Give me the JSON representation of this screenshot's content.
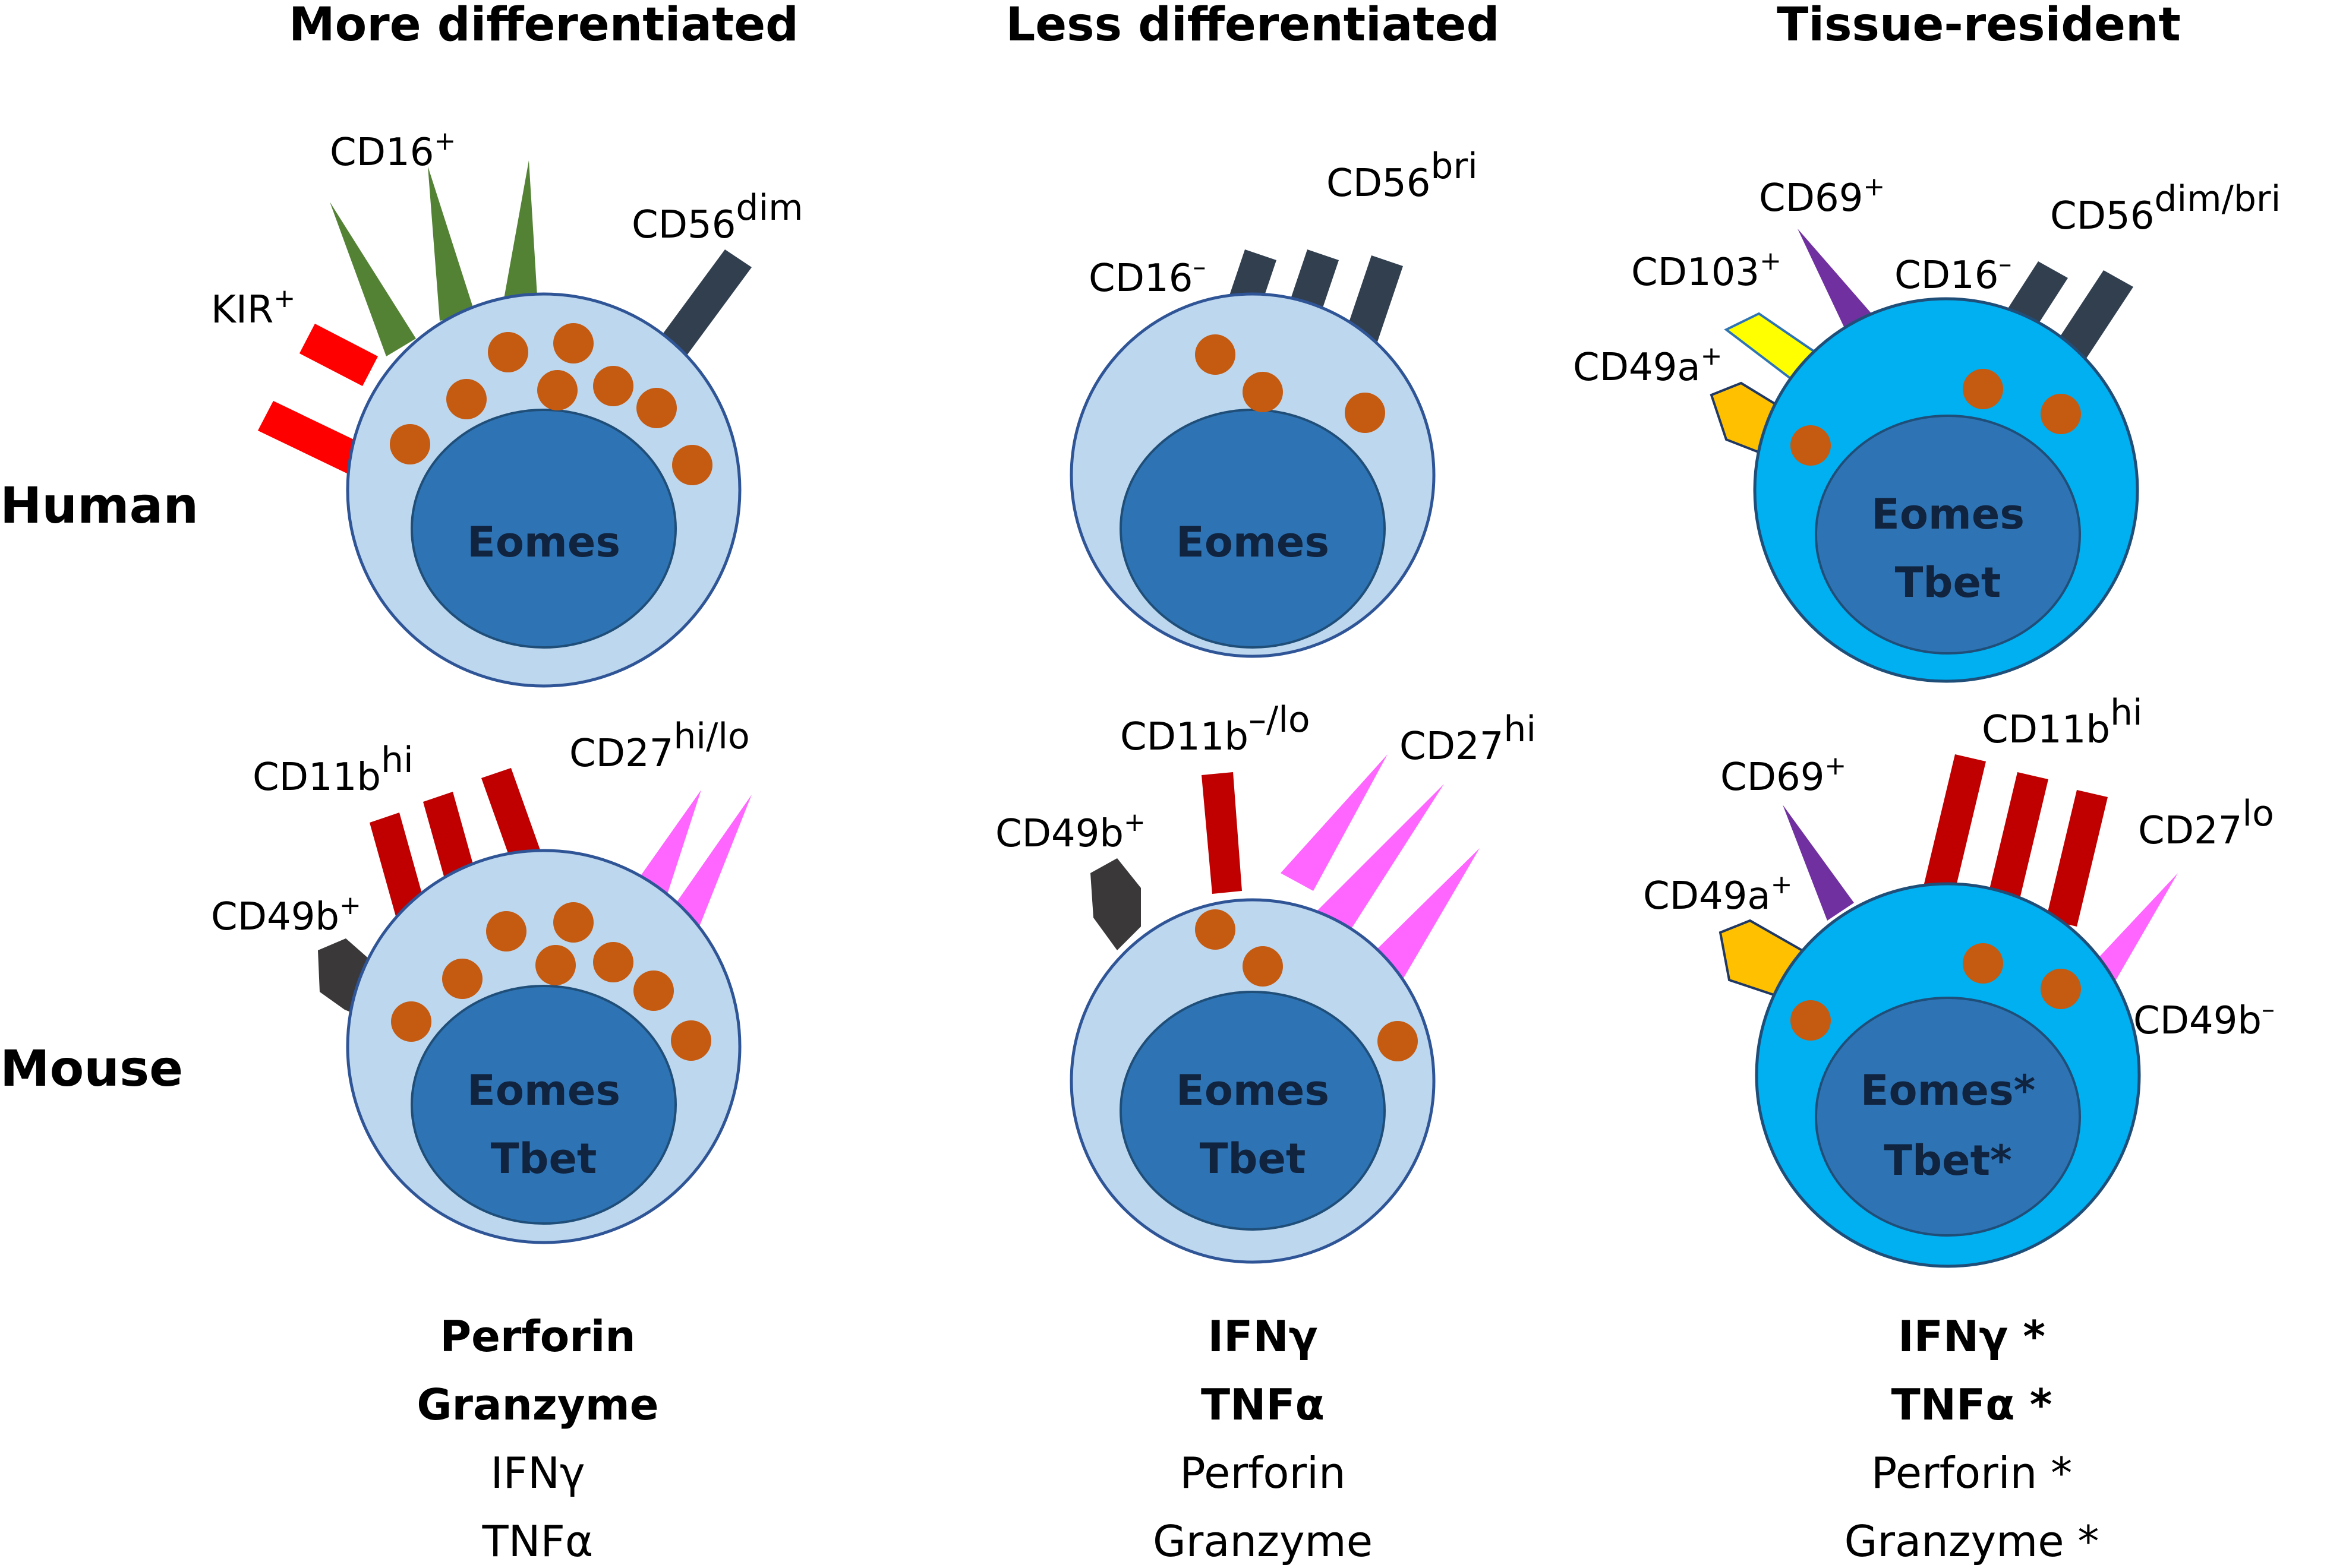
{
  "columns": {
    "more": "More differentiated",
    "less": "Less differentiated",
    "tissue": "Tissue-resident"
  },
  "rows": {
    "human": "Human",
    "mouse": "Mouse"
  },
  "colors": {
    "cell_light": "#bdd7ee",
    "cell_tissue": "#00b0f0",
    "nucleus": "#2e74b5",
    "granule": "#c55a11",
    "cd16": "#548235",
    "cd56": "#323f4f",
    "kir": "#ff0000",
    "cd11b": "#c00000",
    "cd27": "#ff66ff",
    "cd49b": "#3a3838",
    "cd69": "#7030a0",
    "cd103": "#ffff00",
    "cd49a": "#ffc000"
  },
  "human": {
    "more": {
      "nucleus": [
        "Eomes"
      ],
      "markers": {
        "kir": {
          "base": "KIR",
          "sup": "+"
        },
        "cd16": {
          "base": "CD16",
          "sup": "+"
        },
        "cd56": {
          "base": "CD56",
          "sup": "dim"
        }
      }
    },
    "less": {
      "nucleus": [
        "Eomes"
      ],
      "markers": {
        "cd16": {
          "base": "CD16",
          "sup": "–"
        },
        "cd56": {
          "base": "CD56",
          "sup": "bri"
        }
      }
    },
    "tissue": {
      "nucleus": [
        "Eomes",
        "Tbet"
      ],
      "markers": {
        "cd69": {
          "base": "CD69",
          "sup": "+"
        },
        "cd103": {
          "base": "CD103",
          "sup": "+"
        },
        "cd49a": {
          "base": "CD49a",
          "sup": "+"
        },
        "cd16": {
          "base": "CD16",
          "sup": "–"
        },
        "cd56": {
          "base": "CD56",
          "sup": "dim/bri"
        }
      }
    }
  },
  "mouse": {
    "more": {
      "nucleus": [
        "Eomes",
        "Tbet"
      ],
      "markers": {
        "cd11b": {
          "base": "CD11b",
          "sup": "hi"
        },
        "cd27": {
          "base": "CD27",
          "sup": "hi/lo"
        },
        "cd49b": {
          "base": "CD49b",
          "sup": "+"
        }
      }
    },
    "less": {
      "nucleus": [
        "Eomes",
        "Tbet"
      ],
      "markers": {
        "cd11b": {
          "base": "CD11b",
          "sup": "–/lo"
        },
        "cd27": {
          "base": "CD27",
          "sup": "hi"
        },
        "cd49b": {
          "base": "CD49b",
          "sup": "+"
        }
      }
    },
    "tissue": {
      "nucleus": [
        "Eomes*",
        "Tbet*"
      ],
      "markers": {
        "cd69": {
          "base": "CD69",
          "sup": "+"
        },
        "cd11b": {
          "base": "CD11b",
          "sup": "hi"
        },
        "cd27": {
          "base": "CD27",
          "sup": "lo"
        },
        "cd49a": {
          "base": "CD49a",
          "sup": "+"
        },
        "cd49b": {
          "base": "CD49b",
          "sup": "–"
        }
      }
    }
  },
  "cytokines": {
    "more": [
      "Perforin",
      "Granzyme",
      "IFNγ",
      "TNFα"
    ],
    "less": [
      "IFNγ",
      "TNFα",
      "Perforin",
      "Granzyme"
    ],
    "tissue": [
      "IFNγ *",
      "TNFα *",
      "Perforin *",
      "Granzyme *"
    ]
  }
}
